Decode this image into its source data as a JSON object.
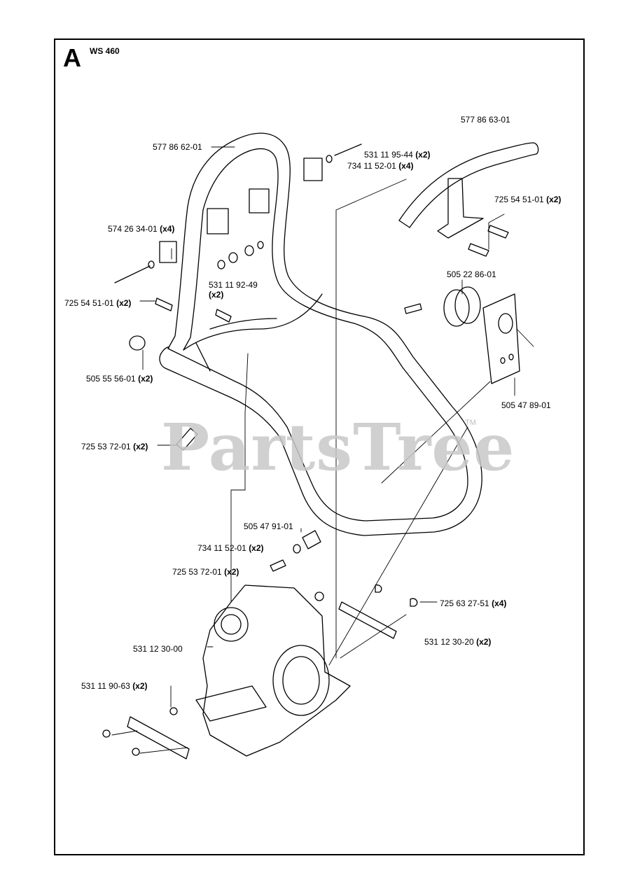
{
  "section_letter": "A",
  "model": "WS 460",
  "watermark": "PartsTree",
  "watermark_mark": "TM",
  "parts": [
    {
      "part": "577 86 62-01",
      "qty": ""
    },
    {
      "part": "577 86 63-01",
      "qty": ""
    },
    {
      "part": "531 11 95-44",
      "qty": "(x2)"
    },
    {
      "part": "734 11 52-01",
      "qty": "(x4)"
    },
    {
      "part": "725 54 51-01",
      "qty": "(x2)"
    },
    {
      "part": "574 26 34-01",
      "qty": "(x4)"
    },
    {
      "part": "531 11 92-49",
      "qty": "(x2)"
    },
    {
      "part": "505 22 86-01",
      "qty": ""
    },
    {
      "part": "725 54 51-01",
      "qty": "(x2)"
    },
    {
      "part": "505 55 56-01",
      "qty": "(x2)"
    },
    {
      "part": "505 47 89-01",
      "qty": ""
    },
    {
      "part": "725 53 72-01",
      "qty": "(x2)"
    },
    {
      "part": "505 47 91-01",
      "qty": ""
    },
    {
      "part": "734 11 52-01",
      "qty": "(x2)"
    },
    {
      "part": "725 53 72-01",
      "qty": "(x2)"
    },
    {
      "part": "725 63 27-51",
      "qty": "(x4)"
    },
    {
      "part": "531 12 30-00",
      "qty": ""
    },
    {
      "part": "531 12 30-20",
      "qty": "(x2)"
    },
    {
      "part": "531 11 90-63",
      "qty": "(x2)"
    }
  ]
}
